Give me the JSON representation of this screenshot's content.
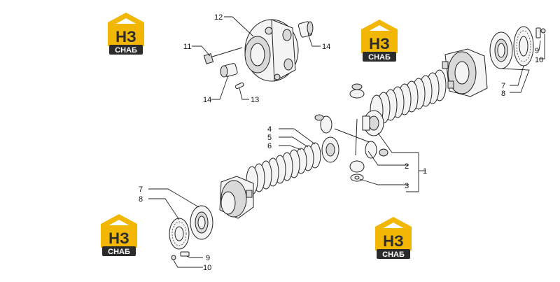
{
  "logo": {
    "letters": "НЗ",
    "word": "СНАБ",
    "colors": {
      "house": "#f2b705",
      "badge": "#2b2b2b",
      "text": "#ffffff"
    }
  },
  "callouts": {
    "c1": "1",
    "c2": "2",
    "c3": "3",
    "c4": "4",
    "c5": "5",
    "c6": "6",
    "c7a": "7",
    "c8a": "8",
    "c9a": "9",
    "c10a": "10",
    "c7b": "7",
    "c8b": "8",
    "c9b": "9",
    "c10b": "10",
    "c11": "11",
    "c12": "12",
    "c13": "13",
    "c14a": "14",
    "c14b": "14"
  }
}
